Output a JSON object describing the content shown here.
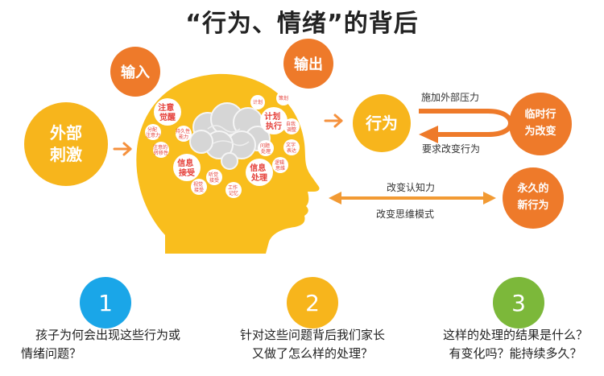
{
  "title": "“行为、情绪”的背后",
  "nodes": {
    "external_stimulus": [
      "外部",
      "刺激"
    ],
    "input": "输入",
    "output": "输出",
    "behavior": "行为",
    "temporary_change": [
      "临时行",
      "为改变"
    ],
    "permanent_behavior": [
      "永久的",
      "新行为"
    ]
  },
  "head_labels": {
    "attention_awake": [
      "注意",
      "觉醒"
    ],
    "plan_execute": [
      "计划",
      "执行"
    ],
    "info_receive": [
      "信息",
      "接受"
    ],
    "info_process": [
      "信息",
      "处理"
    ],
    "small": {
      "plan": "计划",
      "strategy": "策划",
      "self_adjust": [
        "自我",
        "调整"
      ],
      "text_expression": [
        "文字",
        "表达"
      ],
      "logic_thinking": [
        "逻辑",
        "思维"
      ],
      "problem_handling": [
        "问题",
        "处理"
      ],
      "work_memory": [
        "工作",
        "记忆"
      ],
      "visual_receive": [
        "视觉",
        "接受"
      ],
      "auditory_receive": [
        "听觉",
        "接受"
      ],
      "attention_shift": [
        "注意的",
        "转移性"
      ],
      "divided_attention": [
        "分配",
        "注意力"
      ],
      "sustained_attention": [
        "持久性",
        "能力"
      ]
    }
  },
  "arrow_notes": {
    "apply_pressure": "施加外部压力",
    "request_change": "要求改变行为",
    "change_cognition": "改变认知力",
    "change_thinking": "改变思维模式"
  },
  "questions": [
    {
      "number": "1",
      "lines": [
        "孩子为何会出现这些行为或",
        "情绪问题？"
      ],
      "color": "#1aa6e8"
    },
    {
      "number": "2",
      "lines": [
        "针对这些问题背后我们家长",
        "又做了怎么样的处理？"
      ],
      "color": "#f7b51c"
    },
    {
      "number": "3",
      "lines": [
        "这样的处理的结果是什么？",
        "有变化吗？能持续多久？"
      ],
      "color": "#7cb83a"
    }
  ],
  "colors": {
    "yellow": "#f7b51c",
    "orange": "#ee7a2a",
    "red": "#e5403a",
    "brain": "#cfcfcf",
    "head": "#f9be1d"
  }
}
